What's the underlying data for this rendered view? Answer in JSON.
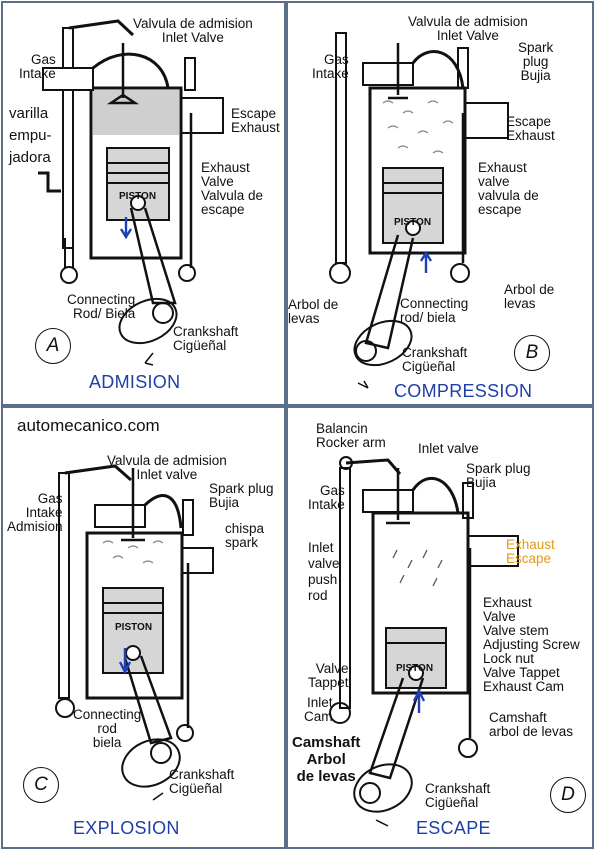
{
  "site": "automecanico.com",
  "panels": {
    "A": {
      "letter": "A",
      "title": "ADMISION",
      "inlet_valve": "Valvula de admision\nInlet Valve",
      "gas_intake": "Gas\nIntake",
      "pushrod": "varilla\nempu-\njadora",
      "escape": "Escape\nExhaust",
      "exhaust_valve": "Exhaust\nValve\nValvula de\nescape",
      "connecting_rod": "Connecting\nRod/ Biela",
      "crankshaft": "Crankshaft\nCigüeñal",
      "piston": "PISTON"
    },
    "B": {
      "letter": "B",
      "title": "COMPRESSION",
      "inlet_valve": "Valvula de admision\nInlet Valve",
      "gas_intake": "Gas\nIntake",
      "spark_plug": "Spark\nplug\nBujia",
      "escape": "Escape\nExhaust",
      "exhaust_valve": "Exhaust\nvalve\nvalvula de\nescape",
      "camshaft_left": "Arbol de\nlevas",
      "camshaft_right": "Arbol de\nlevas",
      "connecting_rod": "Connecting\nrod/ biela",
      "crankshaft": "Crankshaft\nCigüeñal",
      "piston": "PISTON"
    },
    "C": {
      "letter": "C",
      "title": "EXPLOSION",
      "inlet_valve": "Valvula de admision\nInlet valve",
      "gas_intake": "Gas\nIntake\nAdmision",
      "spark_plug": "Spark plug\nBujia",
      "chispa": "chispa\nspark",
      "connecting_rod": "Connecting\nrod\nbiela",
      "crankshaft": "Crankshaft\nCigüeñal",
      "piston": "PISTON"
    },
    "D": {
      "letter": "D",
      "title": "ESCAPE",
      "rocker": "Balancin\nRocker arm",
      "inlet_valve": "Inlet valve",
      "spark_plug": "Spark plug\nBujia",
      "gas_intake": "Gas\nIntake",
      "exhaust_escape": "Exhaust\nEscape",
      "pushrod": "Inlet\nvalve\npush\nrod",
      "exhaust_parts": "Exhaust\nValve\nValve stem\nAdjusting Screw\nLock nut\nValve Tappet\nExhaust Cam",
      "camshaft_right": "Camshaft\narbol de levas",
      "valve_tappet": "Valve\nTappet",
      "inlet_cam": "Inlet\nCam",
      "camshaft_left": "Camshaft\nArbol\nde levas",
      "crankshaft": "Crankshaft\nCigüeñal",
      "piston": "PISTON"
    }
  }
}
